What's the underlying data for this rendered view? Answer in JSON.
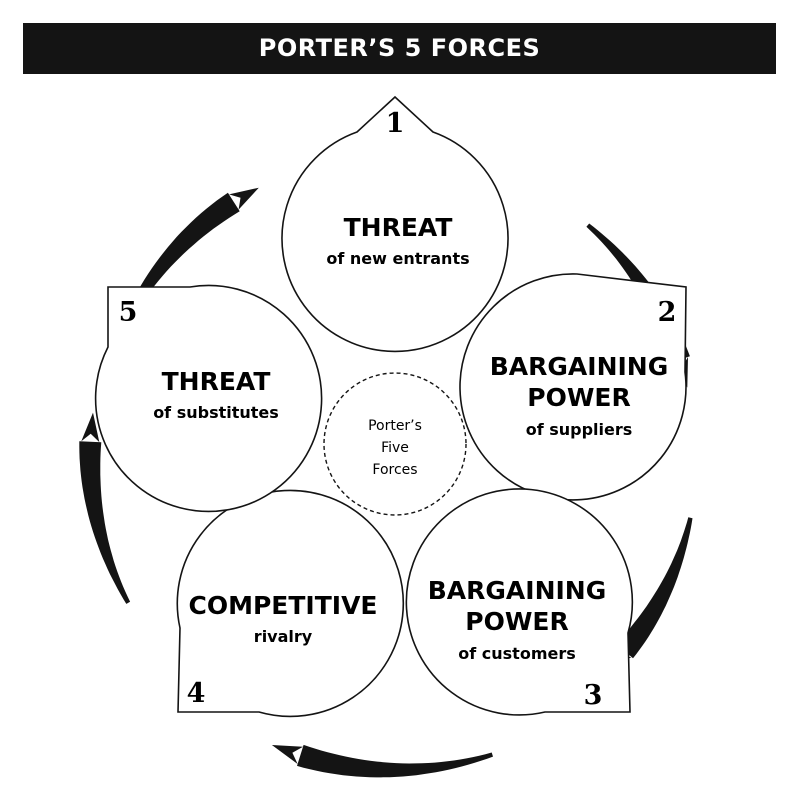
{
  "title": "PORTER’S  5 FORCES",
  "center": {
    "lines": [
      "Porter’s",
      "Five",
      "Forces"
    ]
  },
  "forces": [
    {
      "number": "1",
      "heading": [
        "THREAT"
      ],
      "sub": "of new entrants"
    },
    {
      "number": "2",
      "heading": [
        "BARGAINING",
        "POWER"
      ],
      "sub": "of suppliers"
    },
    {
      "number": "3",
      "heading": [
        "BARGAINING",
        "POWER"
      ],
      "sub": "of customers"
    },
    {
      "number": "4",
      "heading": [
        "COMPETITIVE"
      ],
      "sub": "rivalry"
    },
    {
      "number": "5",
      "heading": [
        "THREAT"
      ],
      "sub": "of substitutes"
    }
  ],
  "colors": {
    "banner": "#141414",
    "banner_text": "#ffffff",
    "ink": "#141414",
    "background": "#ffffff"
  },
  "arrow_direction": "clockwise"
}
